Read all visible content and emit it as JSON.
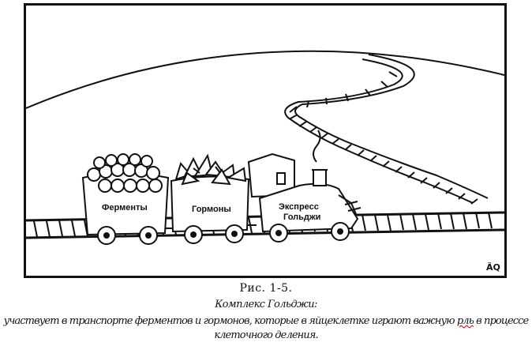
{
  "figure": {
    "wagon_1_label": "Ферменты",
    "wagon_2_label": "Гормоны",
    "engine_label_line1": "Экспресс",
    "engine_label_line2": "Гольджи",
    "artist_signature": "ÄQ"
  },
  "caption": {
    "number": "Рис. 1-5.",
    "title": "Комплекс Гольджи:",
    "body_part1": "участвует в транспорте ферментов и гормонов,  которые в яйцеклетке играют важную ",
    "body_typo": "рль",
    "body_part2": " в процессе клеточного деления."
  },
  "colors": {
    "ink": "#111111",
    "paper": "#ffffff",
    "spellcheck_underline": "#d00000"
  }
}
